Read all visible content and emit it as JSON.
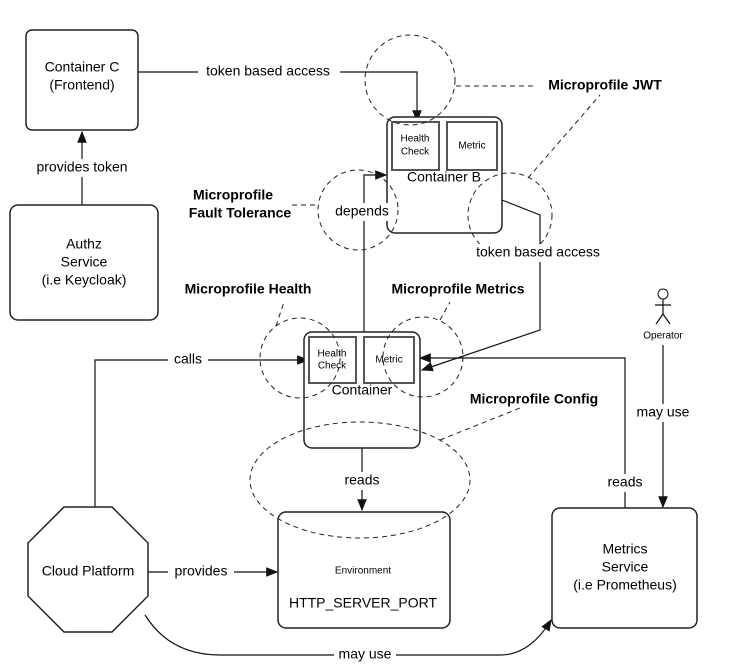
{
  "nodes": {
    "container_c": [
      "Container C",
      "(Frontend)"
    ],
    "authz": [
      "Authz",
      "Service",
      "(i.e Keycloak)"
    ],
    "container_b": {
      "title": "Container B",
      "health": [
        "Health",
        "Check"
      ],
      "metric": "Metric"
    },
    "container": {
      "title": "Container",
      "health": [
        "Health",
        "Check"
      ],
      "metric": "Metric"
    },
    "environment": {
      "title": "Environment",
      "var": "HTTP_SERVER_PORT"
    },
    "cloud": "Cloud Platform",
    "metrics": [
      "Metrics",
      "Service",
      "(i.e Prometheus)"
    ],
    "operator": "Operator"
  },
  "edges": {
    "provides_token": "provides token",
    "token_access_1": "token based access",
    "depends": "depends",
    "token_access_2": "token based access",
    "calls": "calls",
    "reads_env": "reads",
    "provides": "provides",
    "may_use_bottom": "may use",
    "reads_metrics": "reads",
    "may_use_operator": "may use"
  },
  "annotations": {
    "jwt": "Microprofile JWT",
    "fault": [
      "Microprofile",
      "Fault Tolerance"
    ],
    "health": "Microprofile Health",
    "metrics": "Microprofile Metrics",
    "config": "Microprofile Config"
  }
}
